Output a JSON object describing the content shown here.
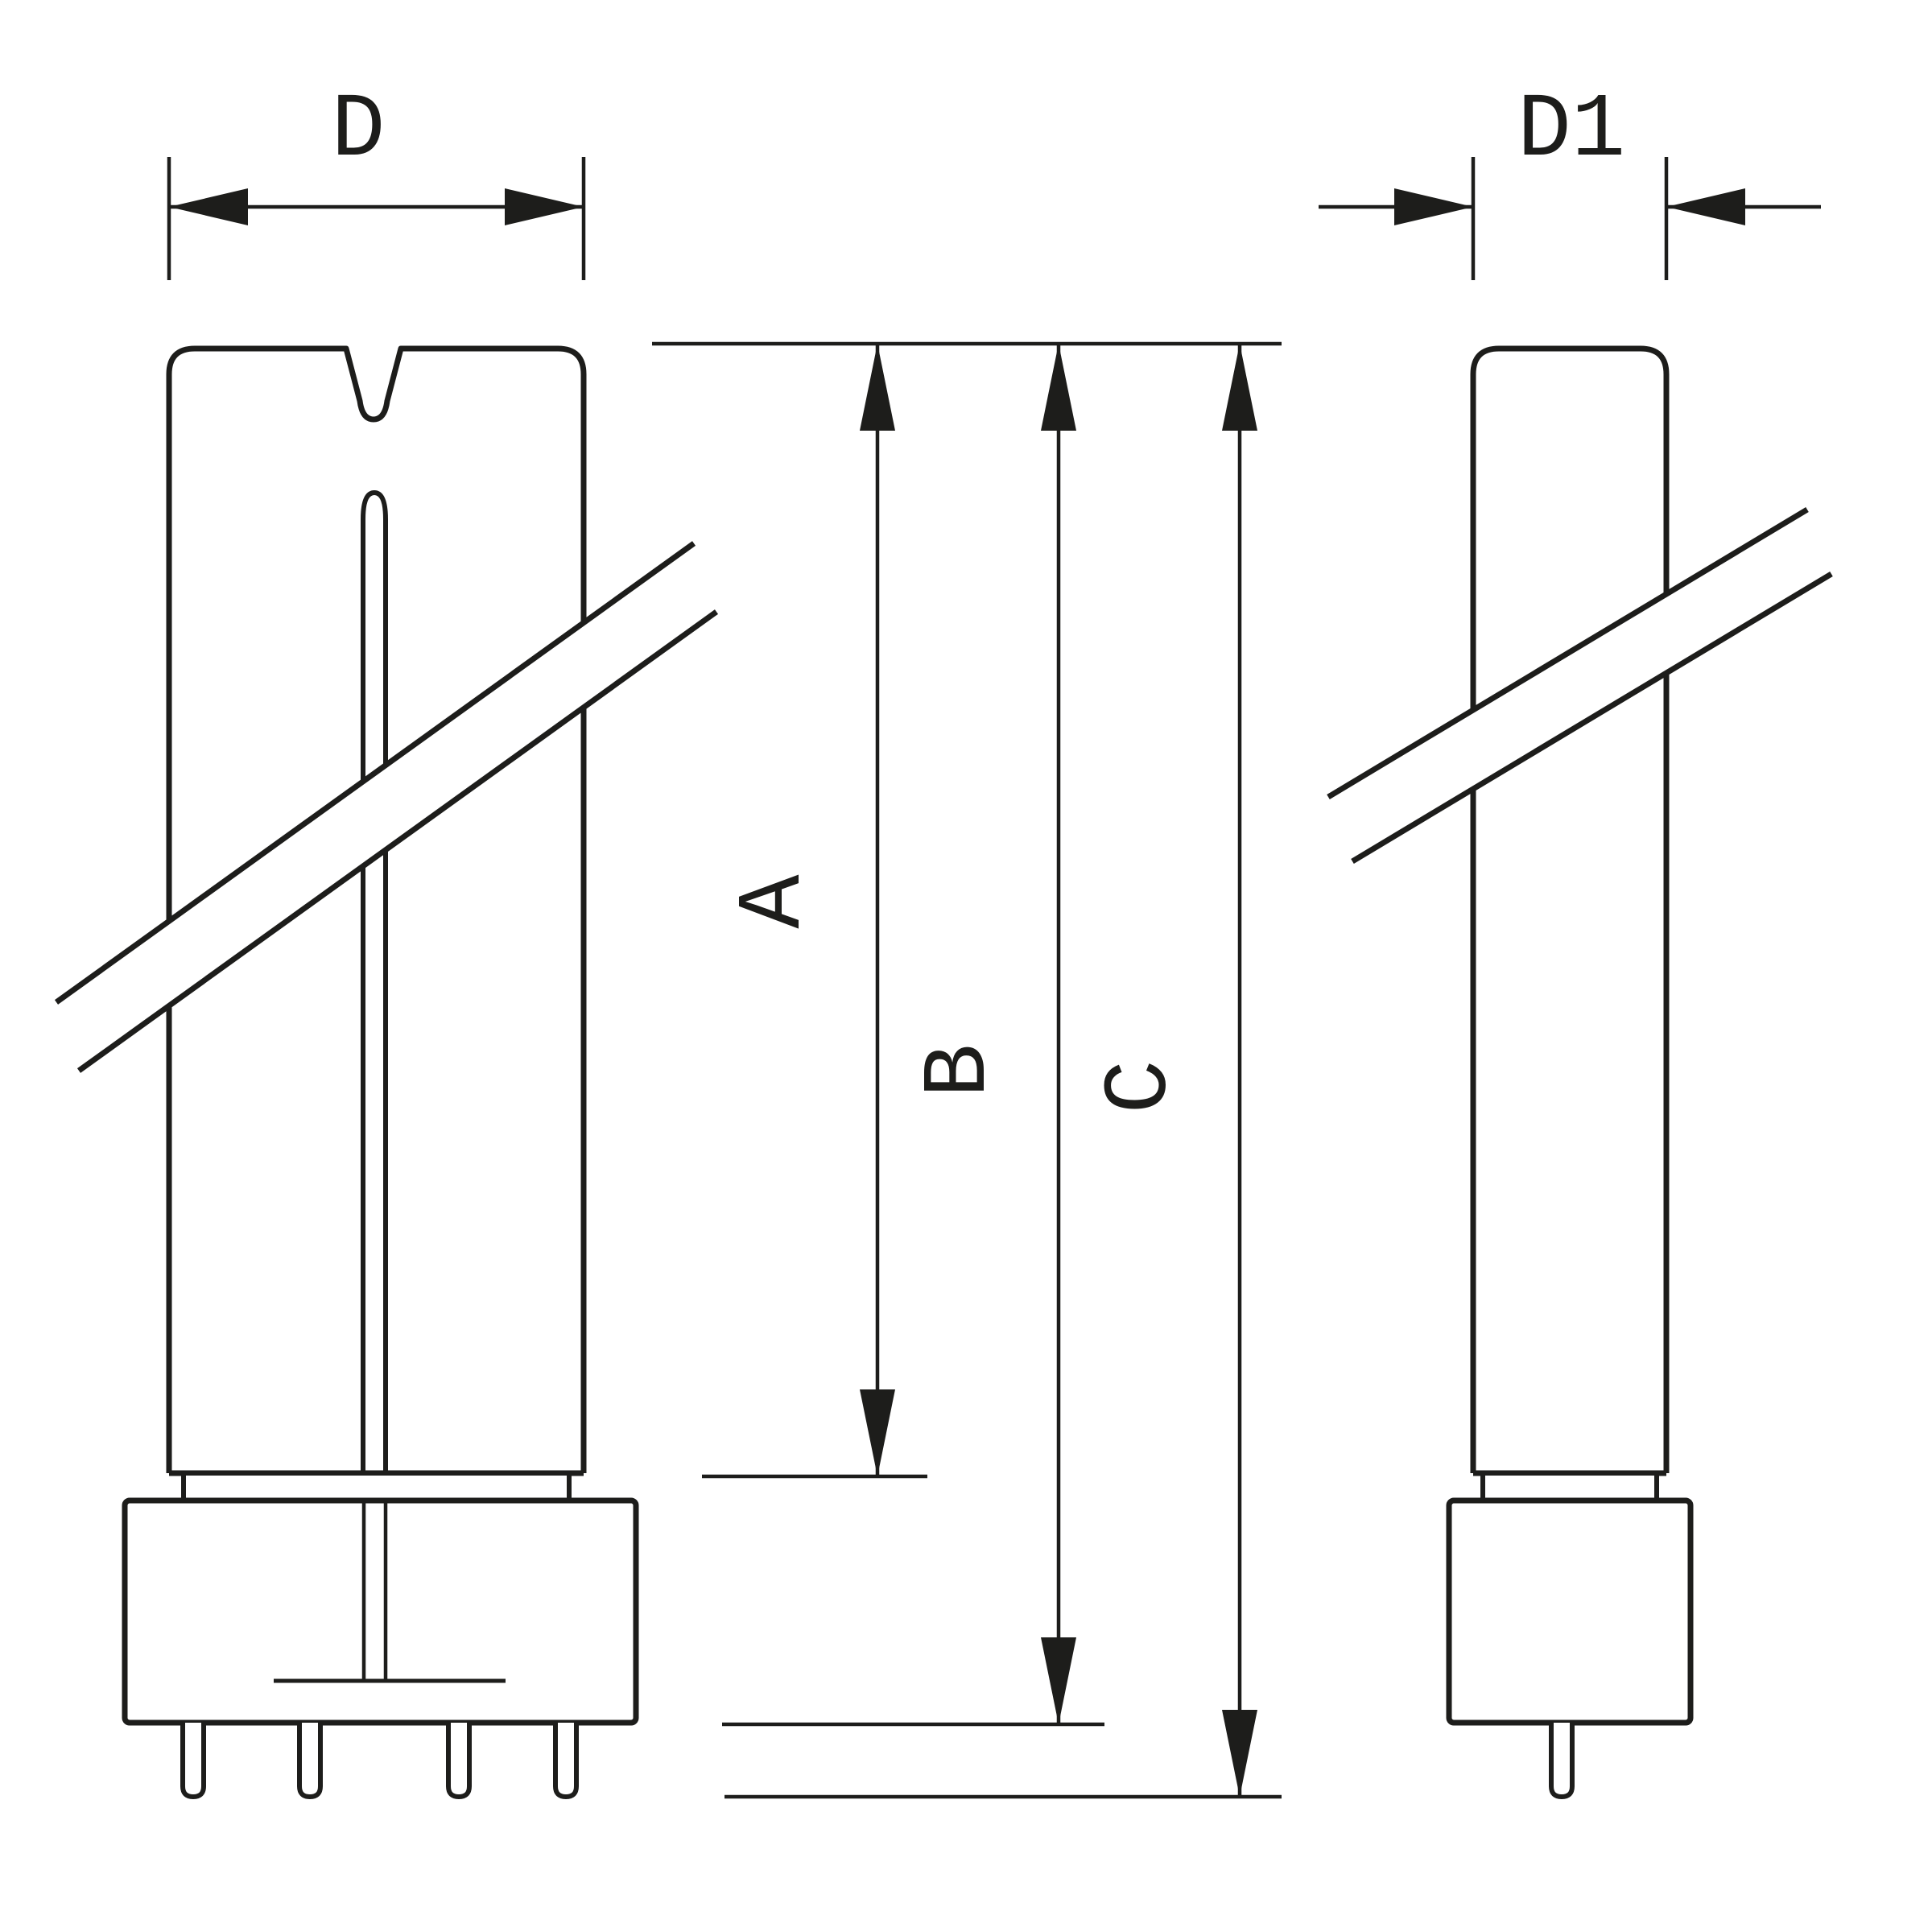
{
  "diagram": {
    "labels": {
      "d": "D",
      "d1": "D1",
      "a": "A",
      "b": "B",
      "c": "C"
    },
    "colors": {
      "line": "#1d1d1b",
      "background": "#ffffff"
    }
  }
}
